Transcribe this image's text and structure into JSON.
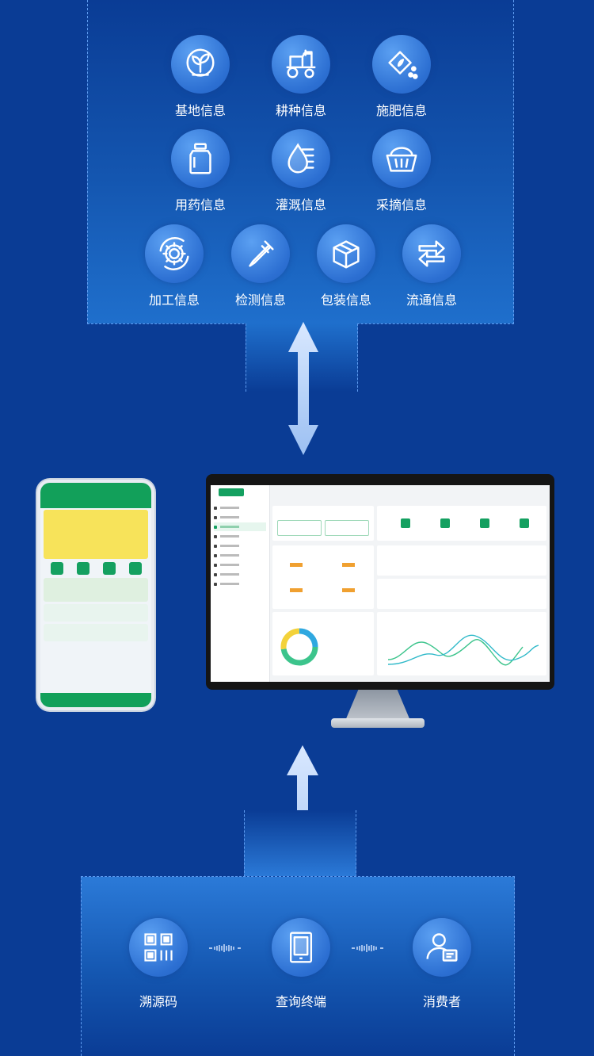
{
  "top_section": {
    "items": [
      {
        "label": "基地信息",
        "icon": "sprout-icon"
      },
      {
        "label": "耕种信息",
        "icon": "tractor-icon"
      },
      {
        "label": "施肥信息",
        "icon": "fertilizer-bag-icon"
      },
      {
        "label": "用药信息",
        "icon": "pesticide-bottle-icon"
      },
      {
        "label": "灌溉信息",
        "icon": "water-drop-icon"
      },
      {
        "label": "采摘信息",
        "icon": "basket-icon"
      },
      {
        "label": "加工信息",
        "icon": "gear-icon"
      },
      {
        "label": "检测信息",
        "icon": "pipette-icon"
      },
      {
        "label": "包装信息",
        "icon": "box-icon"
      },
      {
        "label": "流通信息",
        "icon": "exchange-arrows-icon"
      }
    ]
  },
  "bottom_section": {
    "items": [
      {
        "label": "溯源码",
        "icon": "qr-code-icon"
      },
      {
        "label": "查询终端",
        "icon": "tablet-icon"
      },
      {
        "label": "消费者",
        "icon": "user-card-icon"
      }
    ]
  },
  "colors": {
    "background": "#0a3c95",
    "icon_circle": "#3a82e0",
    "brand_green": "#14a060"
  }
}
